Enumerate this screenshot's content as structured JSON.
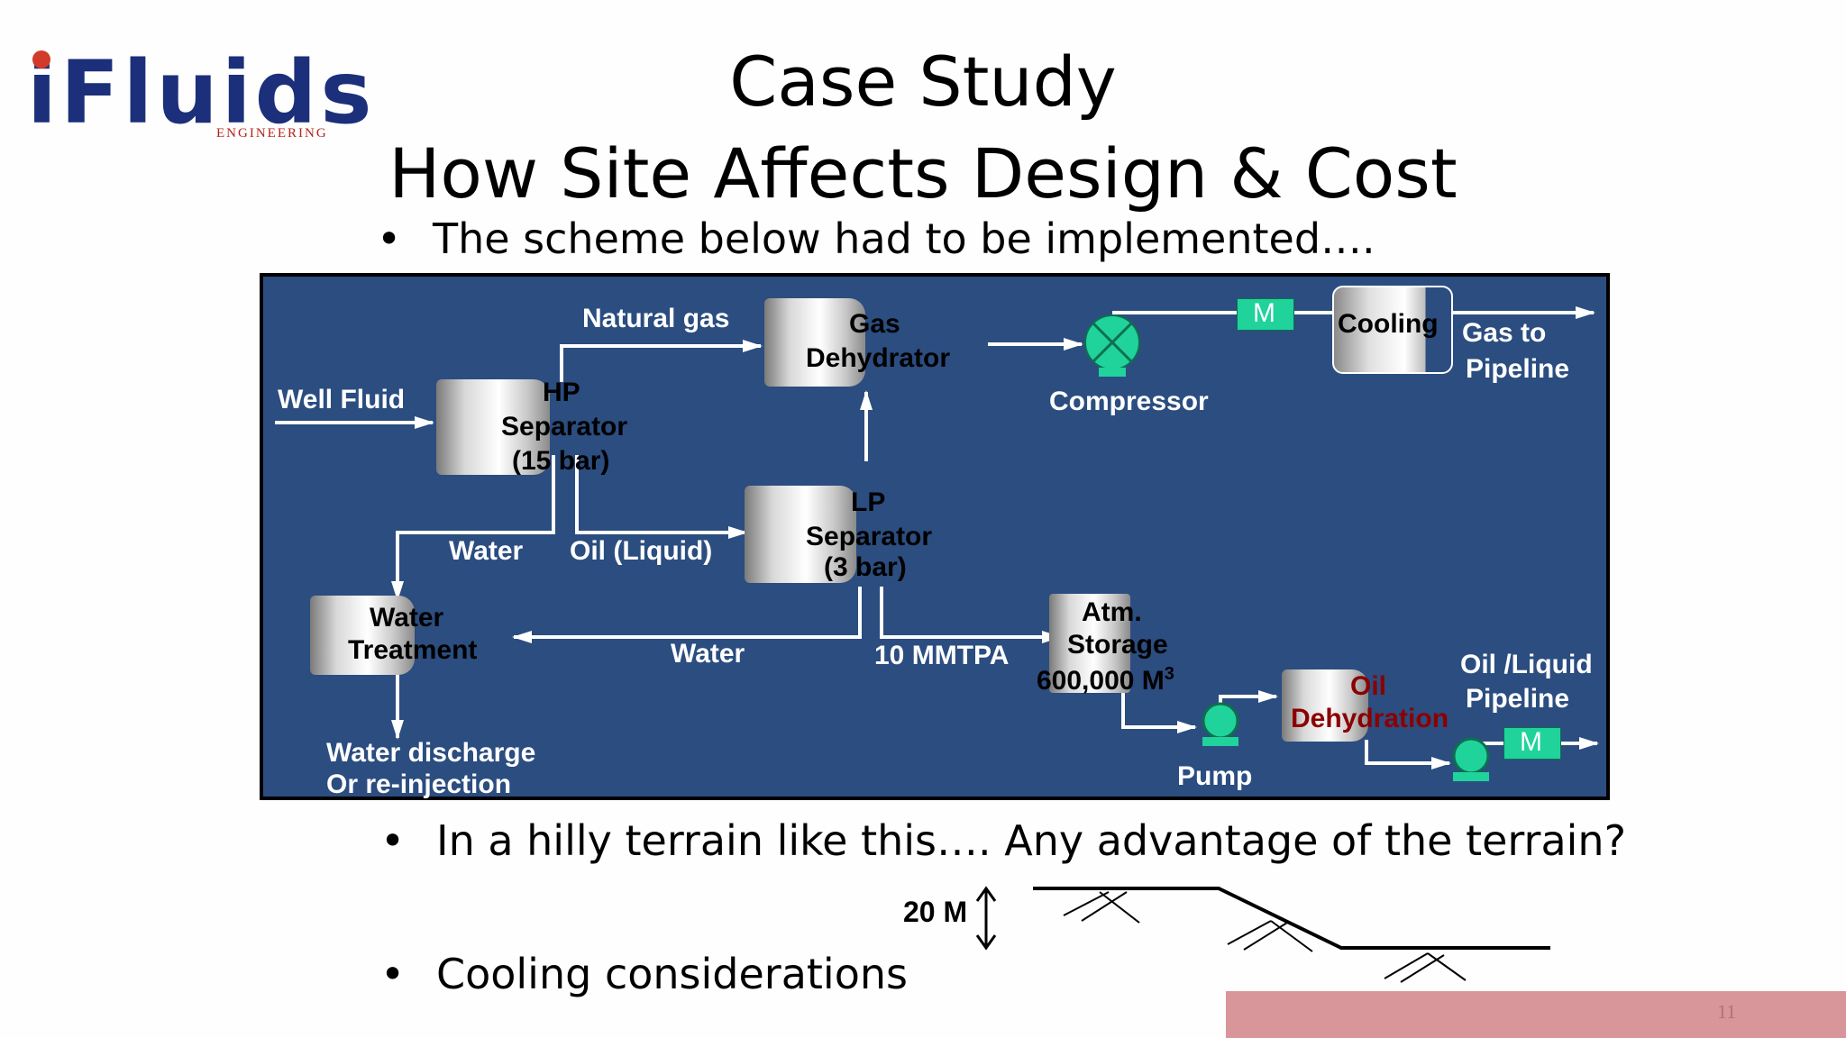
{
  "logo": {
    "text": "iFluids",
    "sub": "ENGINEERING"
  },
  "title": {
    "line1": "Case Study",
    "line2": "How Site Affects Design & Cost"
  },
  "bullets": [
    "The scheme below had to be implemented….",
    "In a hilly terrain like this…. Any advantage of the terrain?",
    "Cooling considerations"
  ],
  "diagram": {
    "well_fluid": "Well Fluid",
    "natural_gas": "Natural gas",
    "hp_separator": [
      "HP",
      "Separator",
      "(15 bar)"
    ],
    "gas_dehydrator": [
      "Gas",
      "Dehydrator"
    ],
    "compressor": "Compressor",
    "motor_label": "M",
    "cooling": "Cooling",
    "gas_to_pipeline": [
      "Gas to",
      "Pipeline"
    ],
    "water_1": "Water",
    "oil_liquid": "Oil (Liquid)",
    "lp_separator": [
      "LP",
      "Separator",
      "(3 bar)"
    ],
    "water_treatment": [
      "Water",
      "Treatment"
    ],
    "water_2": "Water",
    "mmtpa": "10 MMTPA",
    "atm_storage": [
      "Atm.",
      "Storage",
      "600,000 M"
    ],
    "atm_storage_sup": "3",
    "oil_dehydration": [
      "Oil",
      "Dehydration"
    ],
    "oil_liquid_pipeline": [
      "Oil /Liquid",
      "Pipeline"
    ],
    "pump": "Pump",
    "water_discharge": [
      "Water discharge",
      "Or re-injection"
    ]
  },
  "terrain": {
    "height_label": "20 M"
  },
  "page_number": "11",
  "colors": {
    "diagram_bg": "#2b4d80",
    "equipment_green": "#1fd39a",
    "footer_bar": "#d9969a"
  }
}
